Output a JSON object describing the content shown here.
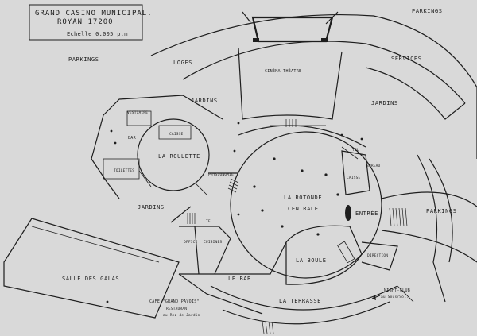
{
  "title": {
    "line1": "GRAND CASINO MUNICIPAL.",
    "line2": "ROYAN 17200",
    "scale": "Echelle 0.005 p.m"
  },
  "labels": {
    "parkings_top": "PARKINGS",
    "parkings_left": "PARKINGS",
    "parkings_right": "PARKINGS",
    "loges": "LOGES",
    "cinema": "CINÉMA-THÉATRE",
    "services": "SERVICES",
    "jardins_left": "JARDINS",
    "jardins_right": "JARDINS",
    "jardins_lower": "JARDINS",
    "vestiaire": "VESTIAIRE",
    "caisse_left": "CAISSE",
    "bar_small": "BAR",
    "roulette": "LA ROULETTE",
    "toilettes": "TOILETTES",
    "physionomie": "PHYSIONOMIE",
    "tel_top": "TEL",
    "bureau": "BUREAU",
    "caisse_right": "CAISSE",
    "rotonde1": "LA ROTONDE",
    "rotonde2": "CENTRALE",
    "entree": "ENTRÉE",
    "tel_left": "TEL",
    "office": "OFFICE",
    "cuisines": "CUISINES",
    "la_boule": "LA BOULE",
    "direction": "DIRECTION",
    "salle_des_galas": "SALLE DES GALAS",
    "le_bar": "LE BAR",
    "cafe1": "CAFÉ \"GRAND PAVOIS\"",
    "cafe2": "RESTAURANT",
    "cafe3": "au Rez de Jardin",
    "terrasse": "LA TERRASSE",
    "night1": "NIGHT-CLUB",
    "night2": "au Sous/Sol."
  }
}
